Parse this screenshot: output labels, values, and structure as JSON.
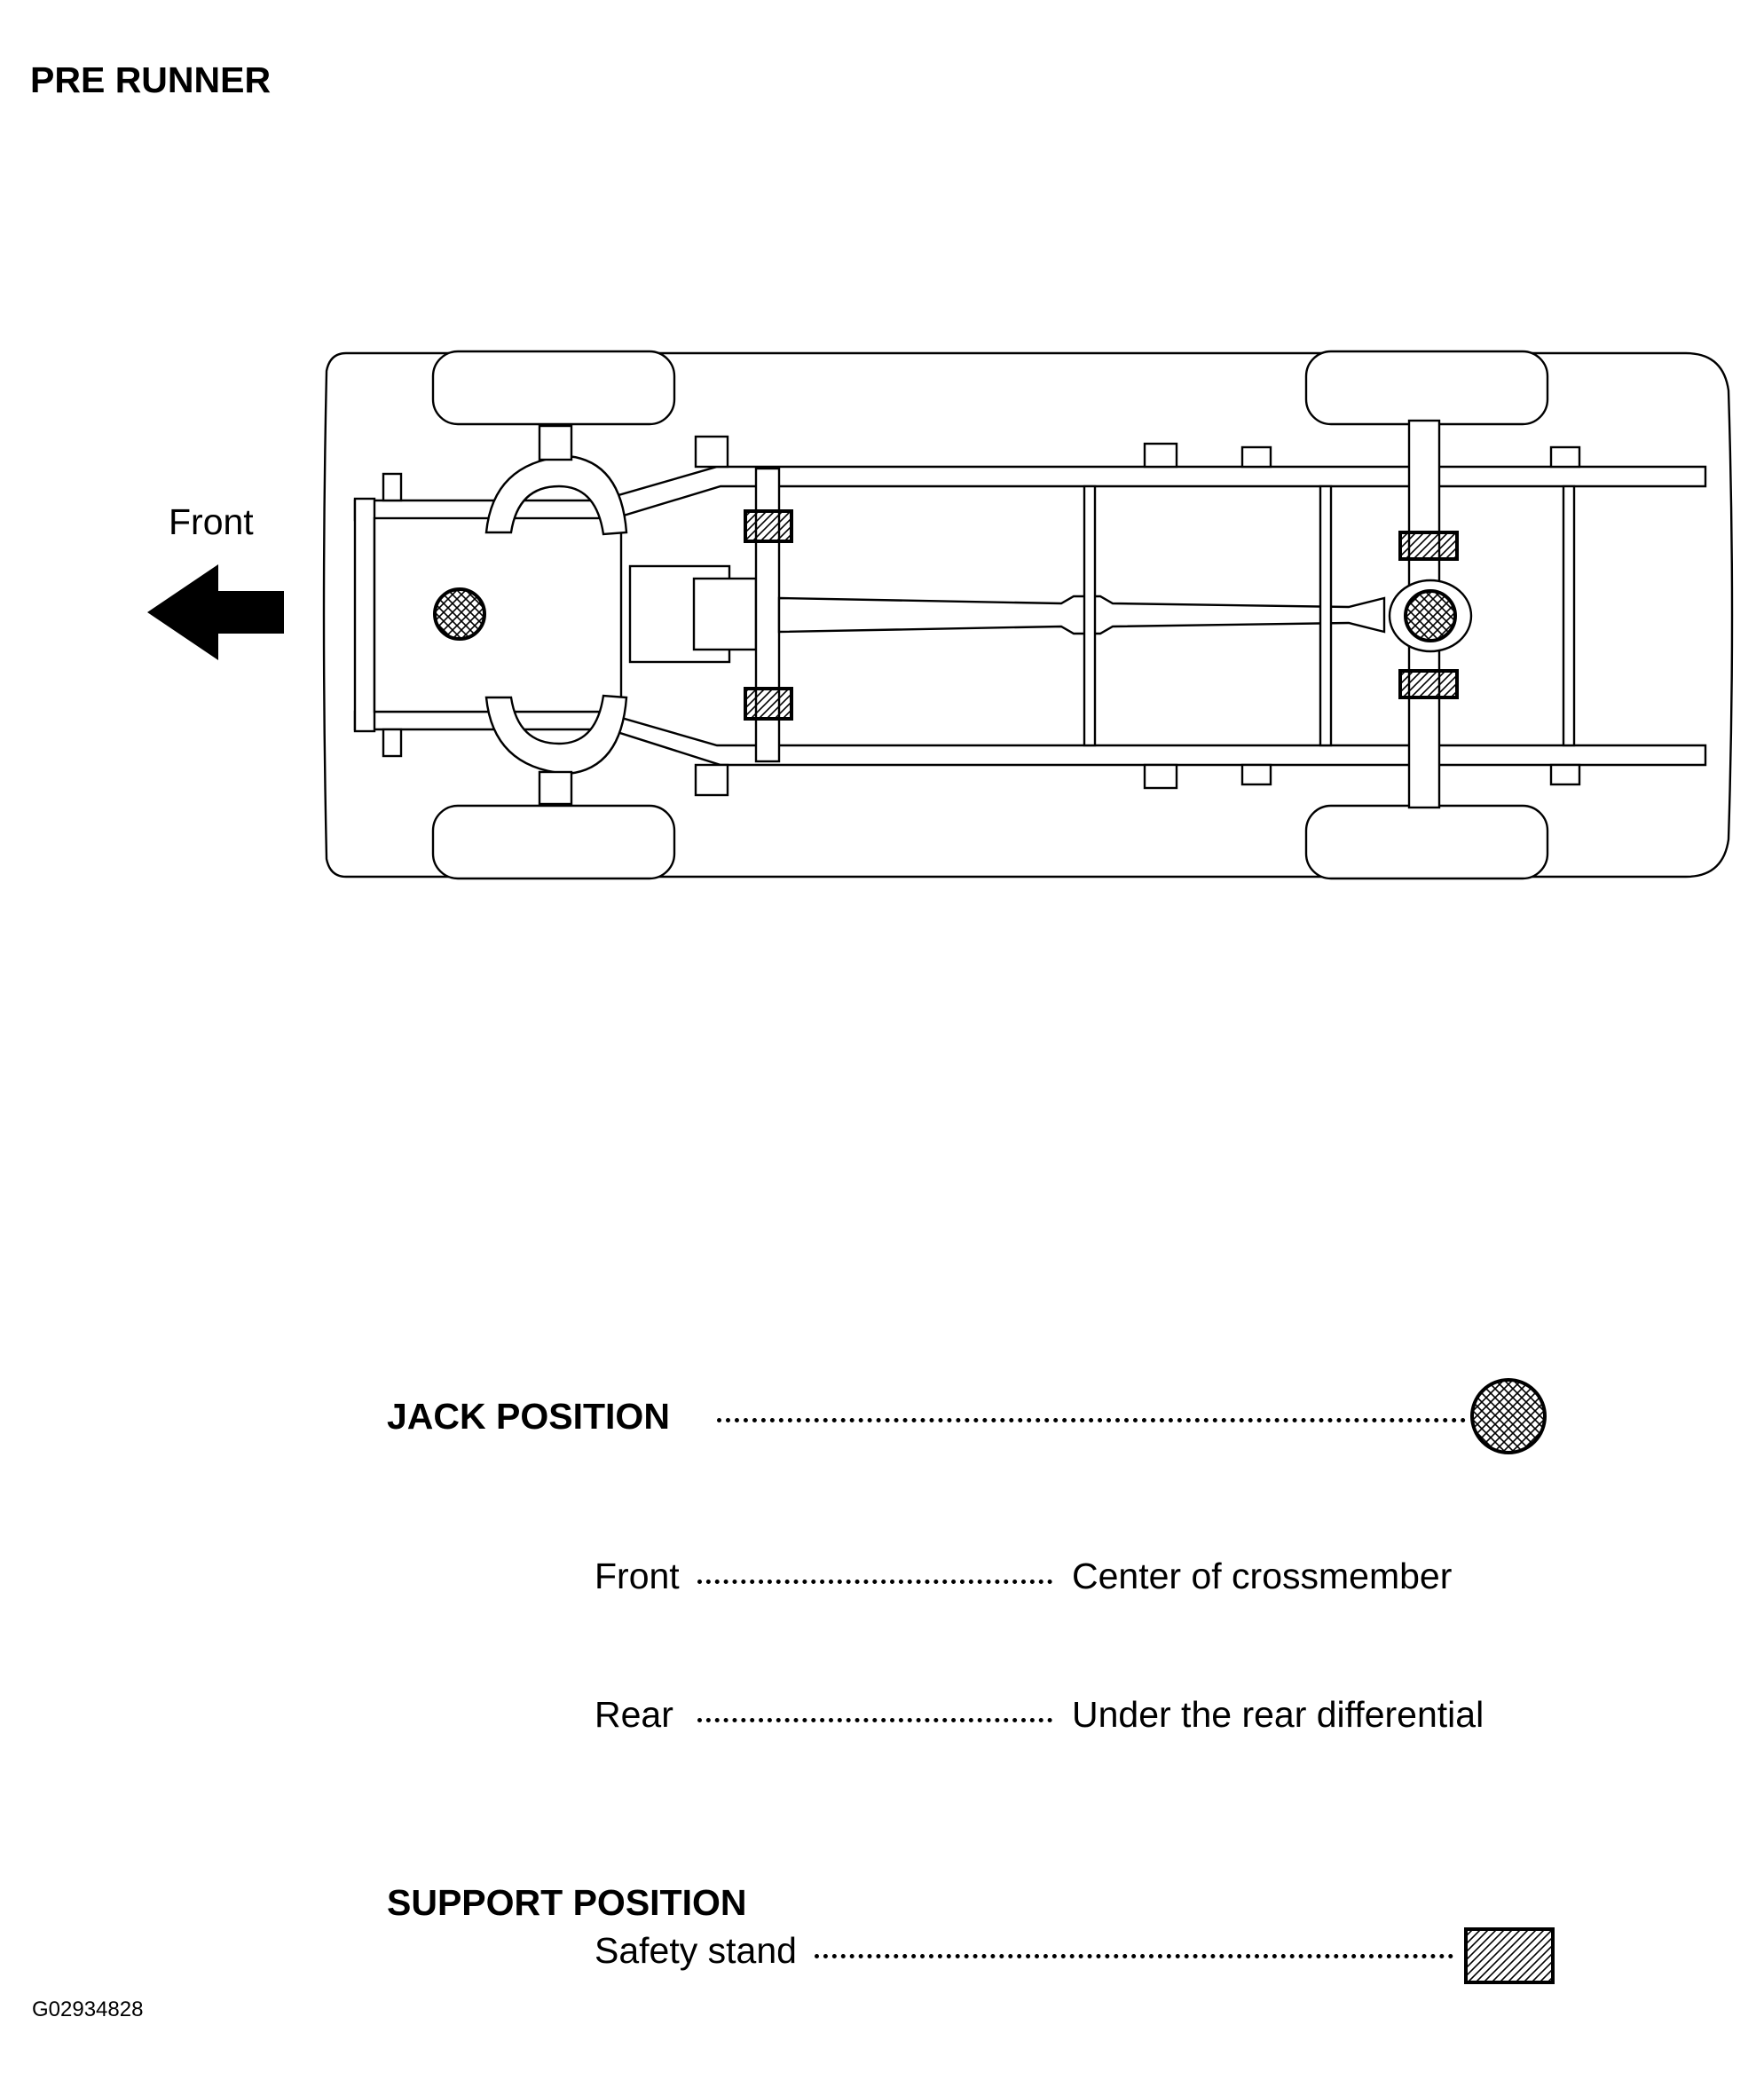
{
  "header": {
    "title": "PRE RUNNER"
  },
  "diagram": {
    "direction_label": "Front",
    "icons": {
      "direction": "left-arrow-icon",
      "jack_marker": "crosshatched-circle-icon",
      "support_marker": "hatched-rectangle-icon"
    }
  },
  "legend": {
    "jack": {
      "heading": "JACK POSITION",
      "items": [
        {
          "label": "Front",
          "value": "Center of crossmember"
        },
        {
          "label": "Rear",
          "value": "Under the rear differential"
        }
      ]
    },
    "support": {
      "heading": "SUPPORT POSITION",
      "item": {
        "label": "Safety stand"
      }
    }
  },
  "footer": {
    "figure_code": "G02934828"
  }
}
